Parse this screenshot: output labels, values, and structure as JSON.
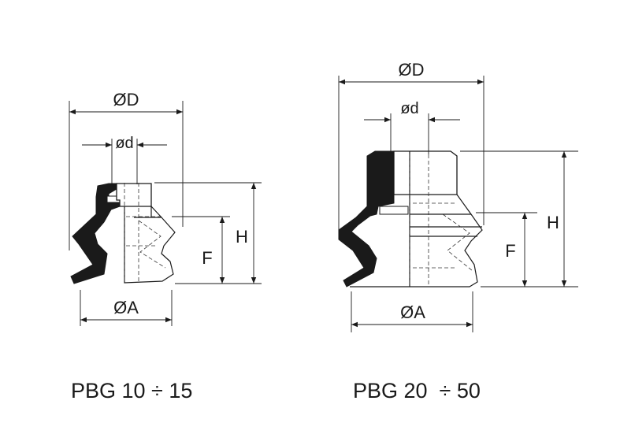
{
  "diagrams": [
    {
      "caption": "PBG 10 ÷ 15",
      "labels": {
        "outer_diameter": "ØD",
        "inner_diameter": "ød",
        "base_diameter": "ØA",
        "height": "H",
        "fold_height": "F"
      }
    },
    {
      "caption": "PBG 20  ÷ 50",
      "labels": {
        "outer_diameter": "ØD",
        "inner_diameter": "ød",
        "base_diameter": "ØA",
        "height": "H",
        "fold_height": "F"
      }
    }
  ]
}
